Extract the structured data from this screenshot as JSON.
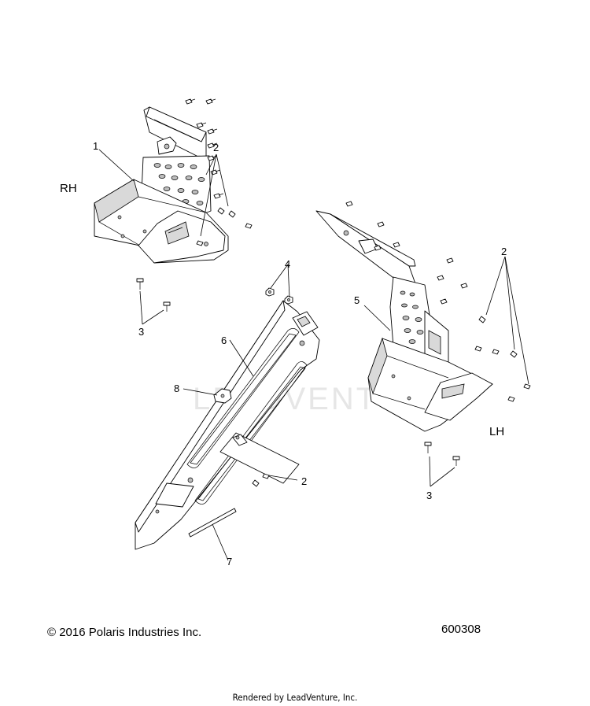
{
  "diagram": {
    "side_labels": {
      "right": "RH",
      "left": "LH"
    },
    "callouts": {
      "c1": "1",
      "c2_rh": "2",
      "c3_rh": "3",
      "c4": "4",
      "c5": "5",
      "c2_lh": "2",
      "c6": "6",
      "c8": "8",
      "c2_mid": "2",
      "c7": "7",
      "c3_lh": "3"
    },
    "watermark": "LEADVENTURE"
  },
  "footer": {
    "copyright": "© 2016 Polaris Industries Inc.",
    "figure_number": "600308",
    "rendered_by": "Rendered by LeadVenture, Inc."
  }
}
